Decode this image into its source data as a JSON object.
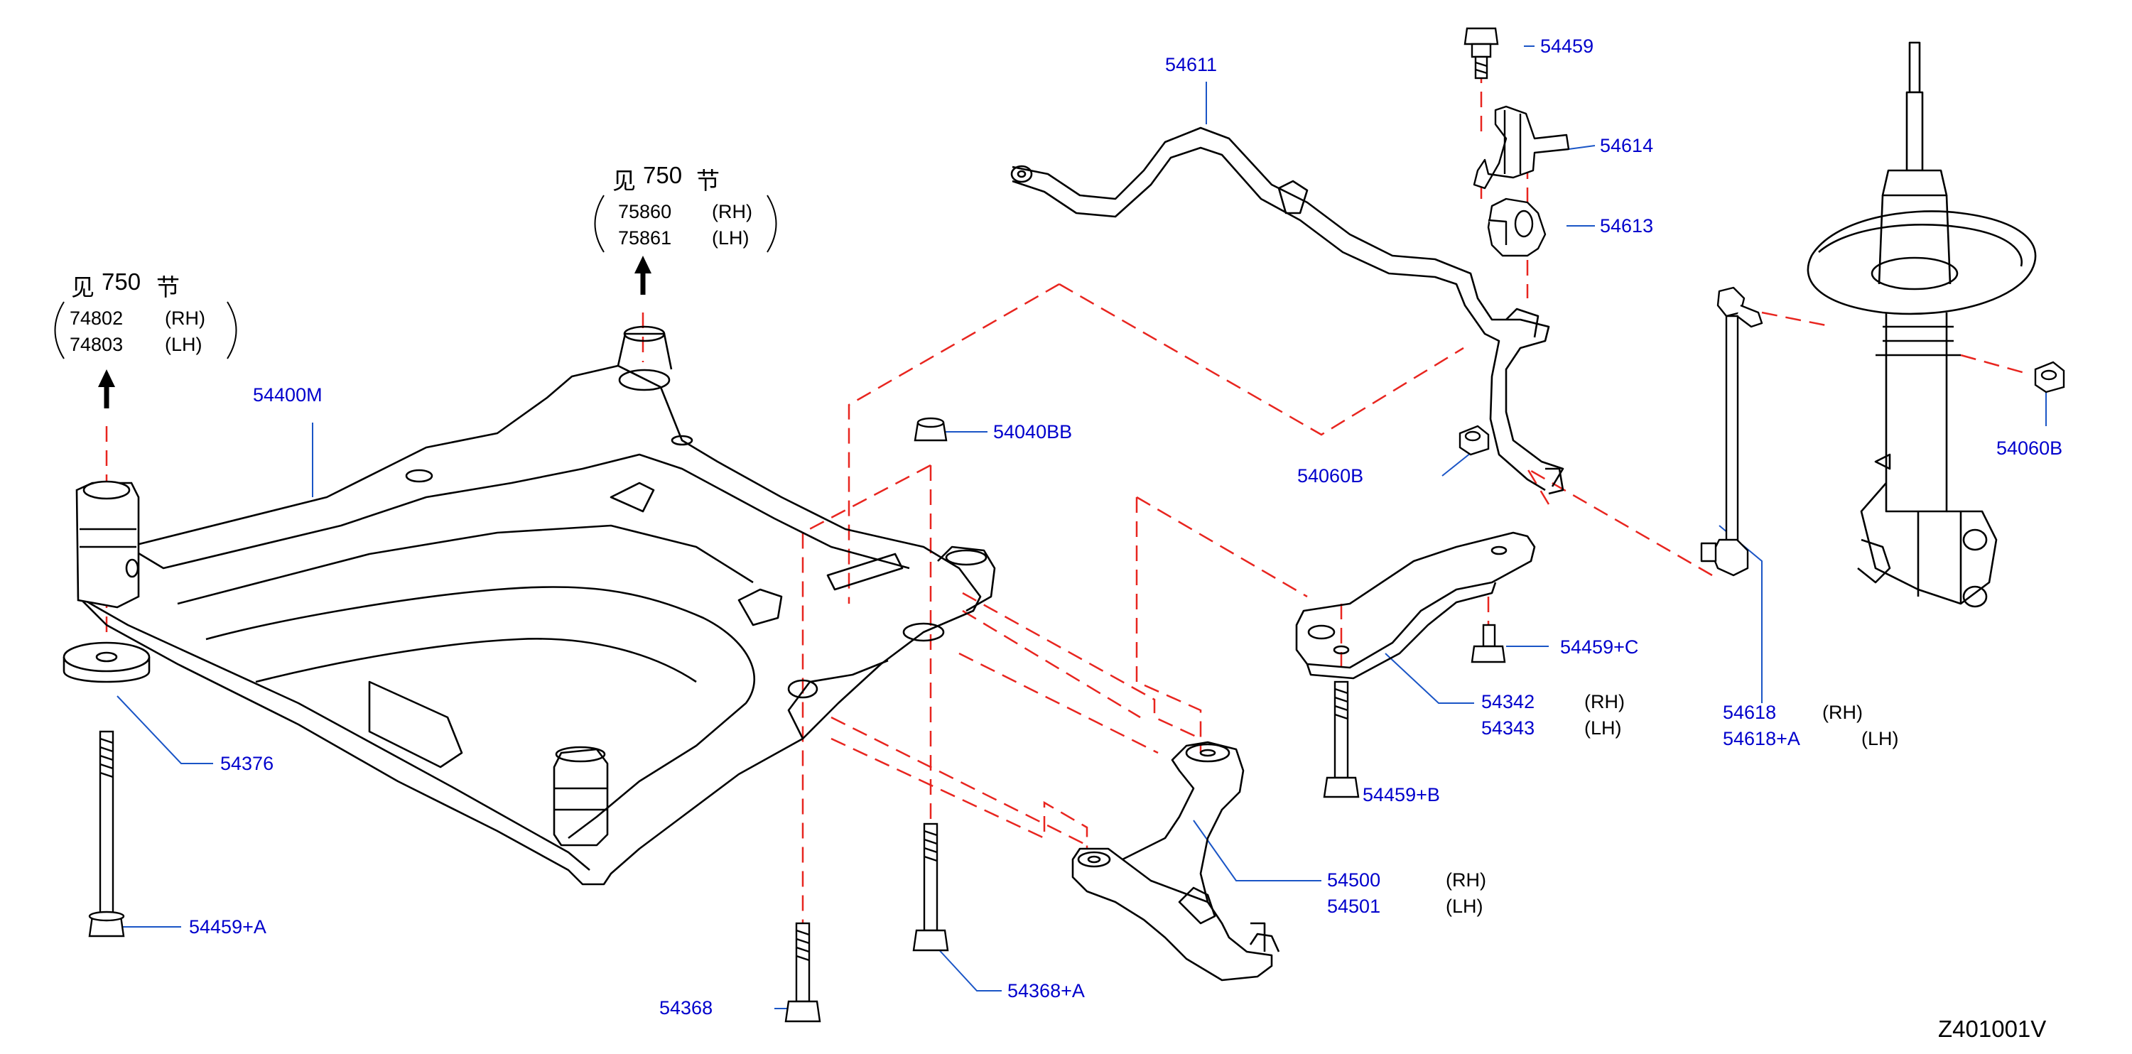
{
  "colors": {
    "callout": "#0000cc",
    "leader": "#1a55c6",
    "dash": "#e8251f",
    "ink": "#000000"
  },
  "refs": [
    {
      "prefix": "见",
      "num": "750",
      "suffix": "节",
      "items": [
        {
          "code": "75860",
          "side": "(RH)"
        },
        {
          "code": "75861",
          "side": "(LH)"
        }
      ]
    },
    {
      "prefix": "见",
      "num": "750",
      "suffix": "节",
      "items": [
        {
          "code": "74802",
          "side": "(RH)"
        },
        {
          "code": "74803",
          "side": "(LH)"
        }
      ]
    }
  ],
  "callouts": {
    "p54611": "54611",
    "p54459": "54459",
    "p54614": "54614",
    "p54613": "54613",
    "p54400M": "54400M",
    "p54040BB": "54040BB",
    "p54060B_a": "54060B",
    "p54060B_b": "54060B",
    "p54459C": "54459+C",
    "p54342": "54342",
    "p54343": "54343",
    "p54618": "54618",
    "p54618A": "54618+A",
    "p54376": "54376",
    "p54459B": "54459+B",
    "p54500": "54500",
    "p54501": "54501",
    "p54459A": "54459+A",
    "p54368A": "54368+A",
    "p54368": "54368"
  },
  "sides": {
    "rh": "(RH)",
    "lh": "(LH)"
  },
  "diagram_code": "Z401001V"
}
